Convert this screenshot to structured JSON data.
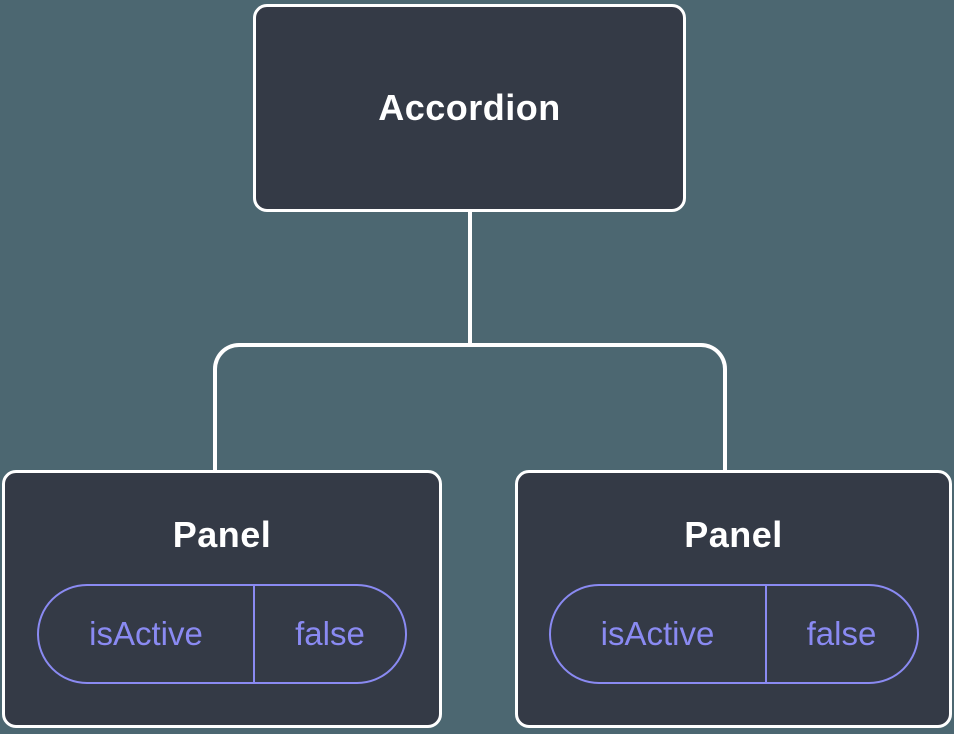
{
  "diagram": {
    "root": {
      "label": "Accordion"
    },
    "panels": [
      {
        "label": "Panel",
        "state": {
          "name": "isActive",
          "value": "false"
        }
      },
      {
        "label": "Panel",
        "state": {
          "name": "isActive",
          "value": "false"
        }
      }
    ]
  },
  "theme": {
    "background": "#4C6771",
    "node_fill": "#343A46",
    "node_border": "#FFFFFF",
    "connector": "#FFFFFF",
    "state_accent": "#8A8AF2",
    "node_text": "#FFFFFF"
  }
}
